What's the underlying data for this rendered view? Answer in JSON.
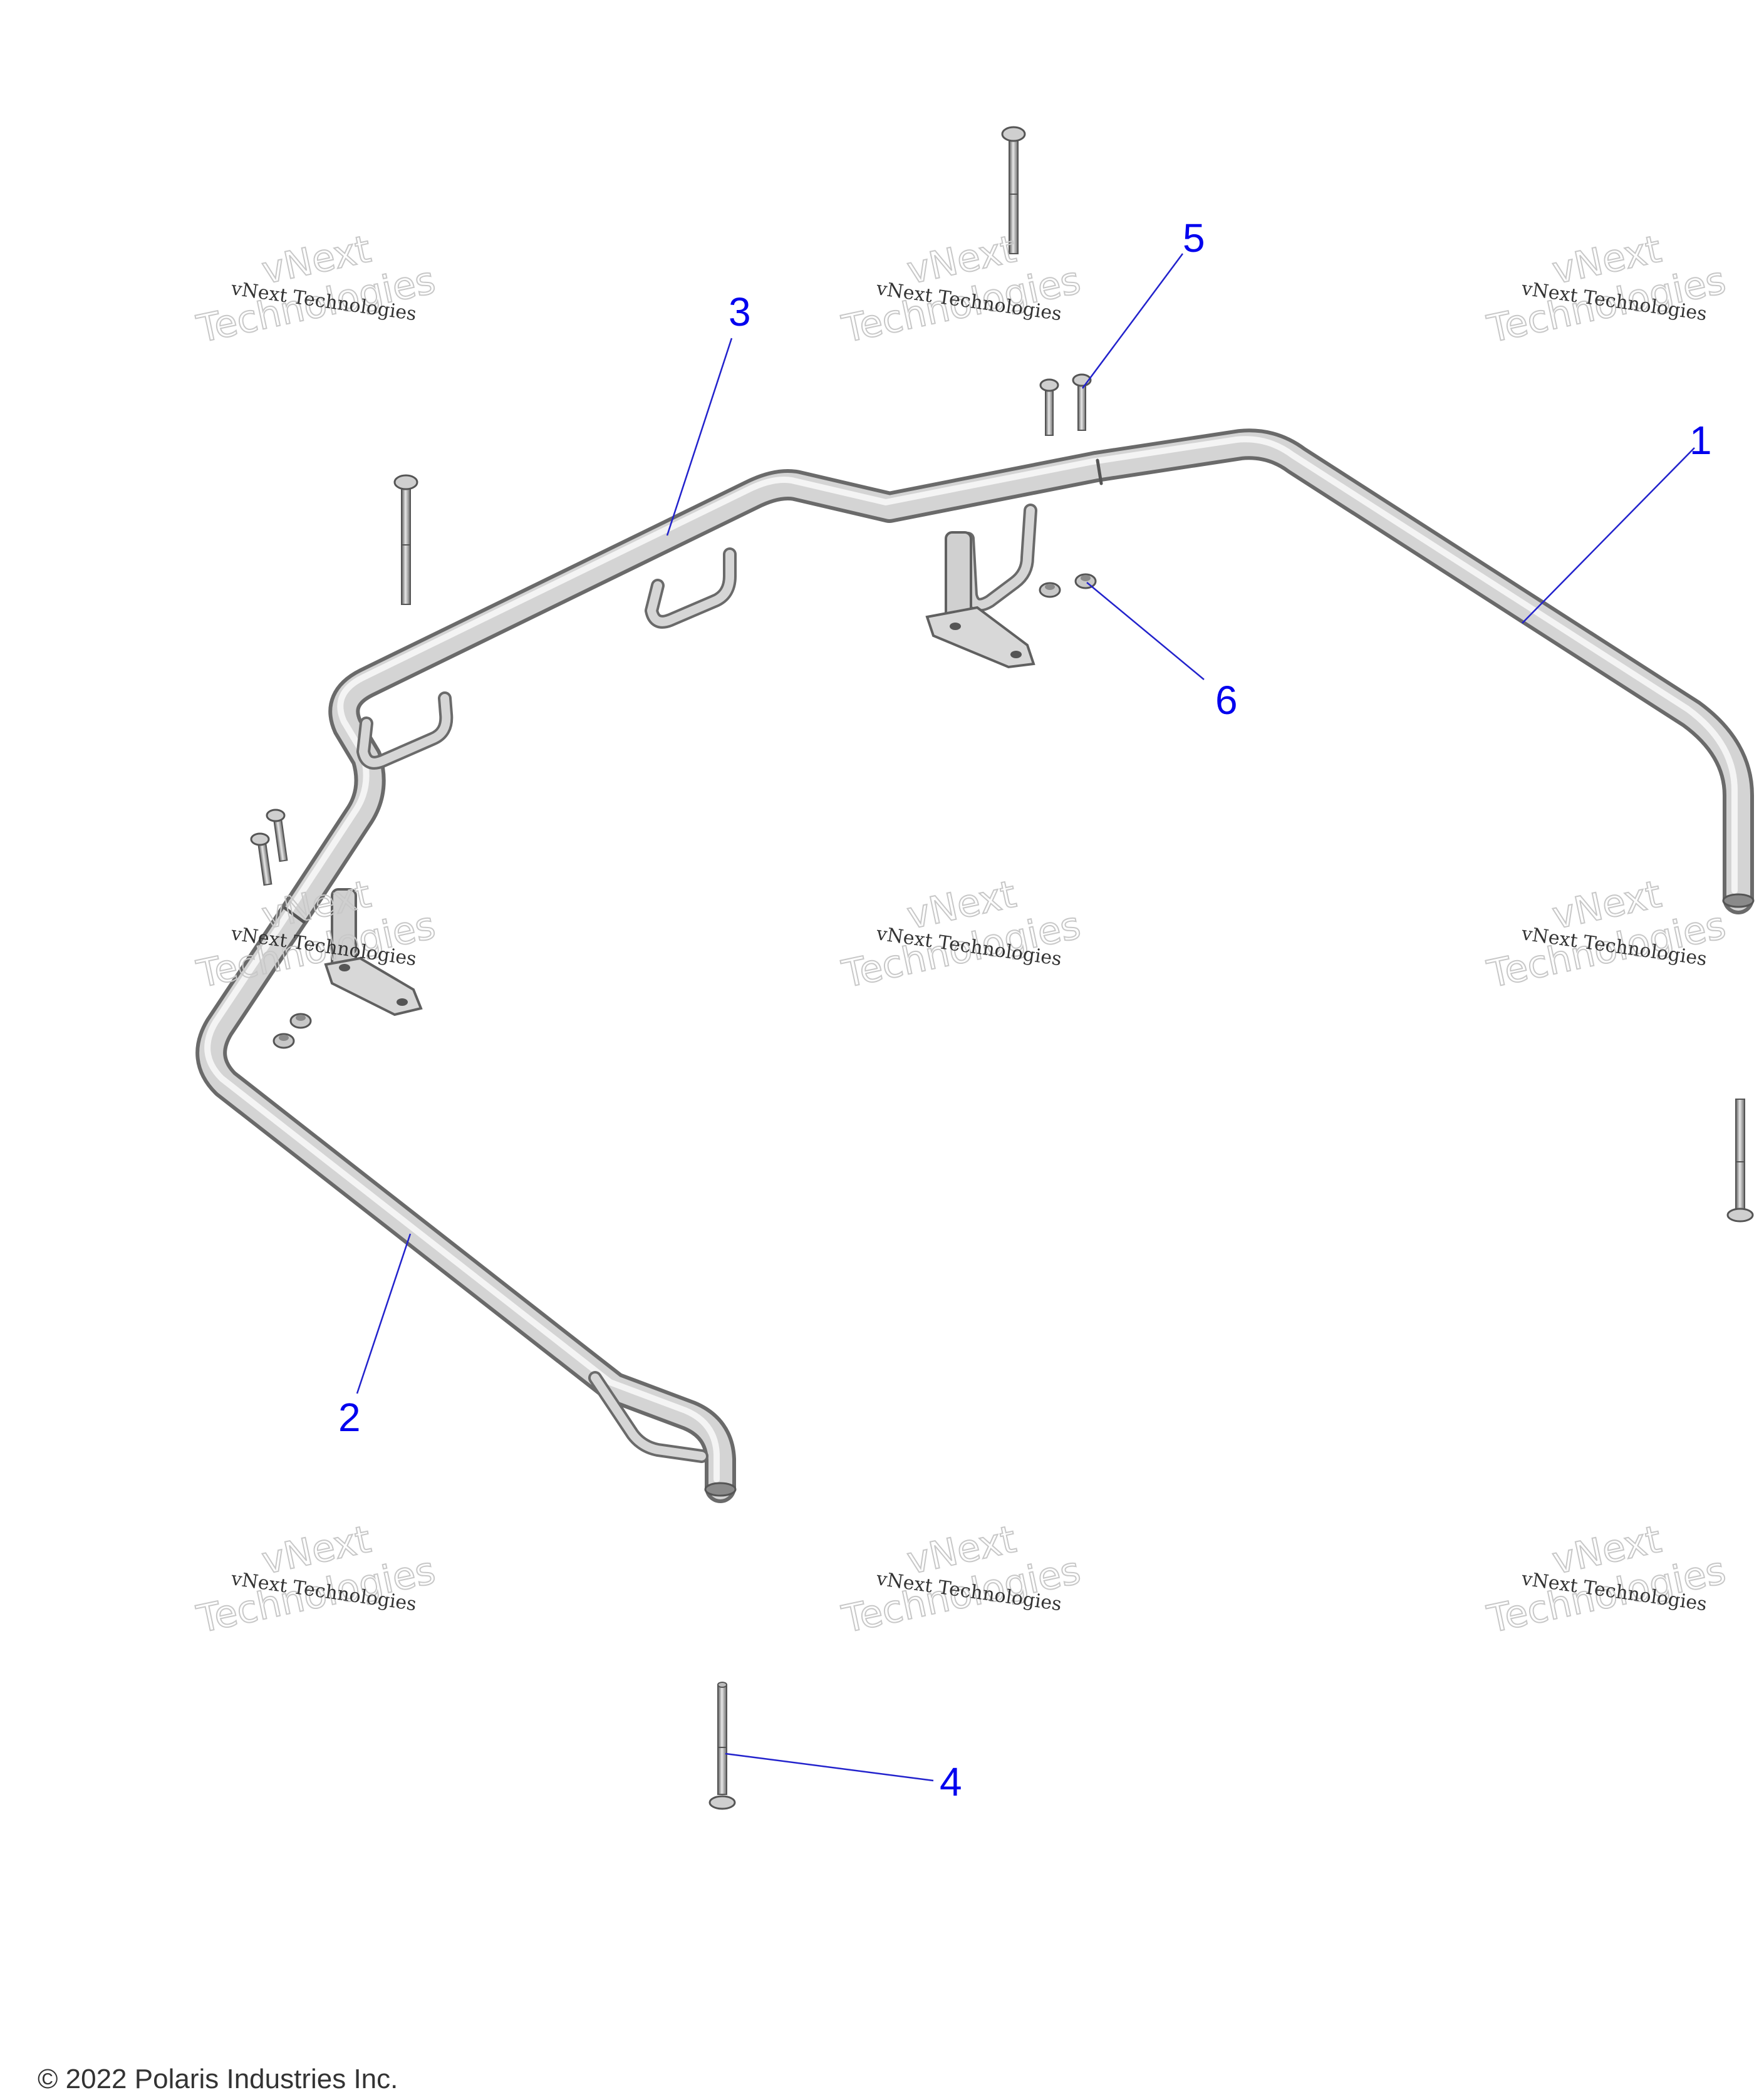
{
  "diagram": {
    "callouts": [
      "1",
      "2",
      "3",
      "4",
      "5",
      "6"
    ],
    "watermark": {
      "line1": "vNext Technologies",
      "line2a": "vNext",
      "line2b": "Technologies"
    },
    "colors": {
      "callout_text": "#0000ee",
      "leader_line": "#2222cc",
      "tube_dark": "#6a6a6a",
      "tube_light": "#d4d4d4",
      "tube_highlight": "#f4f4f4"
    },
    "parts": [
      {
        "callout": "1",
        "name": "right-side-tube"
      },
      {
        "callout": "2",
        "name": "left-side-tube"
      },
      {
        "callout": "3",
        "name": "front-cross-bar"
      },
      {
        "callout": "4",
        "name": "long-bolt"
      },
      {
        "callout": "5",
        "name": "short-bolt"
      },
      {
        "callout": "6",
        "name": "flange-nut"
      }
    ]
  },
  "footer": {
    "text": "© 2022 Polaris Industries Inc."
  }
}
